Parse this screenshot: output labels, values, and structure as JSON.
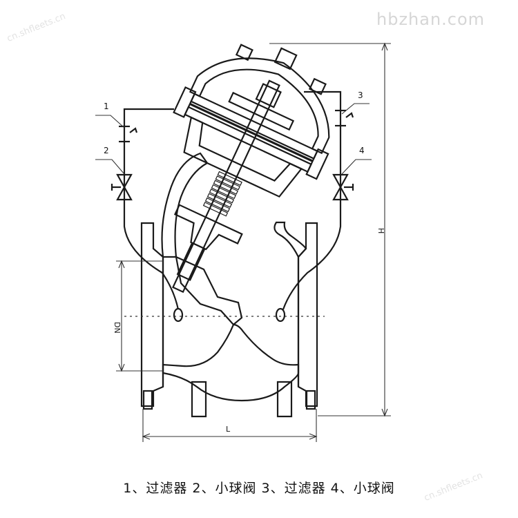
{
  "watermarks": {
    "site": "hbzhan.com",
    "corner_top_left": "cn.shfleets.cn",
    "corner_bottom_right": "cn.shfleets.cn"
  },
  "callouts": {
    "c1": "1",
    "c2": "2",
    "c3": "3",
    "c4": "4"
  },
  "dimensions": {
    "dn": "DN",
    "h": "H",
    "l": "L"
  },
  "caption": "1、过滤器  2、小球阀  3、过滤器  4、小球阀",
  "colors": {
    "ink": "#1a1a1a",
    "watermark": "#d6d6d6"
  }
}
